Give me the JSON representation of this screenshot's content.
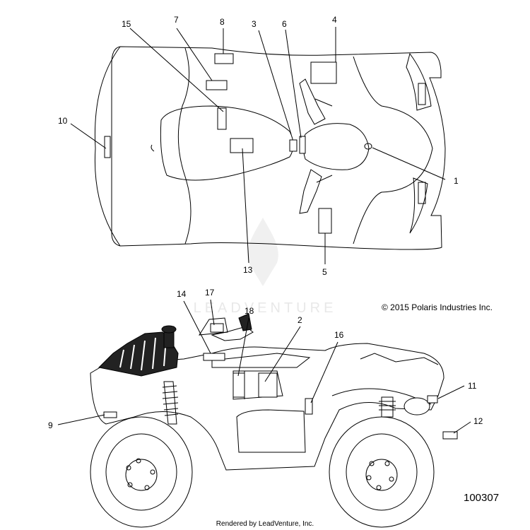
{
  "watermark": {
    "text": "LEADVENTURE"
  },
  "copyright": "© 2015 Polaris Industries Inc.",
  "document_number": "100307",
  "rendered_by": "Rendered by LeadVenture, Inc.",
  "callouts": {
    "c1": "1",
    "c2": "2",
    "c3": "3",
    "c4": "4",
    "c5": "5",
    "c6": "6",
    "c7": "7",
    "c8": "8",
    "c9": "9",
    "c10": "10",
    "c11": "11",
    "c12": "12",
    "c13": "13",
    "c14": "14",
    "c15": "15",
    "c16": "16",
    "c17": "17",
    "c18": "18"
  }
}
